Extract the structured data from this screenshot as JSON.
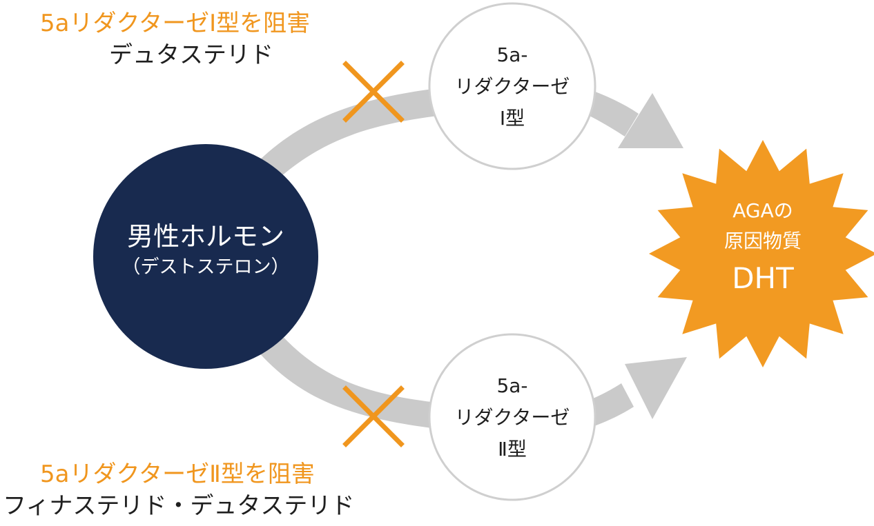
{
  "inhibitors": {
    "type1": {
      "title": "5aリダクターゼⅠ型を阻害",
      "drug": "デュタステリド"
    },
    "type2": {
      "title": "5aリダクターゼⅡ型を阻害",
      "drug": "フィナステリド・デュタステリド"
    }
  },
  "hormone": {
    "line1": "男性ホルモン",
    "line2": "（デストステロン）"
  },
  "enzymes": {
    "type1": {
      "line1": "5a-",
      "line2": "リダクターゼ",
      "line3": "Ⅰ型"
    },
    "type2": {
      "line1": "5a-",
      "line2": "リダクターゼ",
      "line3": "Ⅱ型"
    }
  },
  "result": {
    "line1": "AGAの",
    "line2": "原因物質",
    "line3": "DHT"
  },
  "colors": {
    "accent": "#F0961E",
    "navy": "#182A4F",
    "arrow": "#CACACA",
    "circle_border": "#CFCFCF",
    "burst": "#F29A22",
    "text": "#1f1f1f"
  },
  "icons": {
    "block_mark": "cross-icon"
  }
}
